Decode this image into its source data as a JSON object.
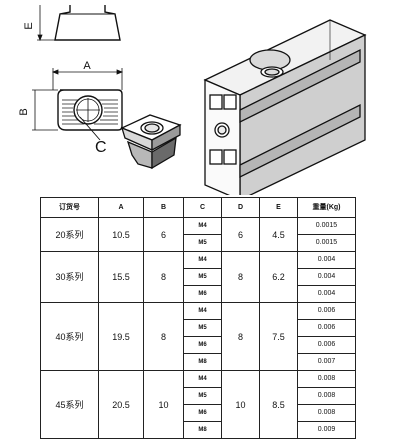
{
  "drawing": {
    "dimension_labels": {
      "A": "A",
      "B": "B",
      "E": "E"
    },
    "callout_label": "C"
  },
  "table": {
    "headers": [
      "订货号",
      "A",
      "B",
      "C",
      "D",
      "E",
      "重量(Kg)"
    ],
    "groups": [
      {
        "name": "20系列",
        "A": "10.5",
        "B": "6",
        "D": "6",
        "E": "4.5",
        "rows": [
          {
            "C": "M4",
            "weight": "0.0015"
          },
          {
            "C": "M5",
            "weight": "0.0015"
          }
        ]
      },
      {
        "name": "30系列",
        "A": "15.5",
        "B": "8",
        "D": "8",
        "E": "6.2",
        "rows": [
          {
            "C": "M4",
            "weight": "0.004"
          },
          {
            "C": "M5",
            "weight": "0.004"
          },
          {
            "C": "M6",
            "weight": "0.004"
          }
        ]
      },
      {
        "name": "40系列",
        "A": "19.5",
        "B": "8",
        "D": "8",
        "E": "7.5",
        "rows": [
          {
            "C": "M4",
            "weight": "0.006"
          },
          {
            "C": "M5",
            "weight": "0.006"
          },
          {
            "C": "M6",
            "weight": "0.006"
          },
          {
            "C": "M8",
            "weight": "0.007"
          }
        ]
      },
      {
        "name": "45系列",
        "A": "20.5",
        "B": "10",
        "D": "10",
        "E": "8.5",
        "rows": [
          {
            "C": "M4",
            "weight": "0.008"
          },
          {
            "C": "M5",
            "weight": "0.008"
          },
          {
            "C": "M6",
            "weight": "0.008"
          },
          {
            "C": "M8",
            "weight": "0.009"
          }
        ]
      }
    ]
  }
}
